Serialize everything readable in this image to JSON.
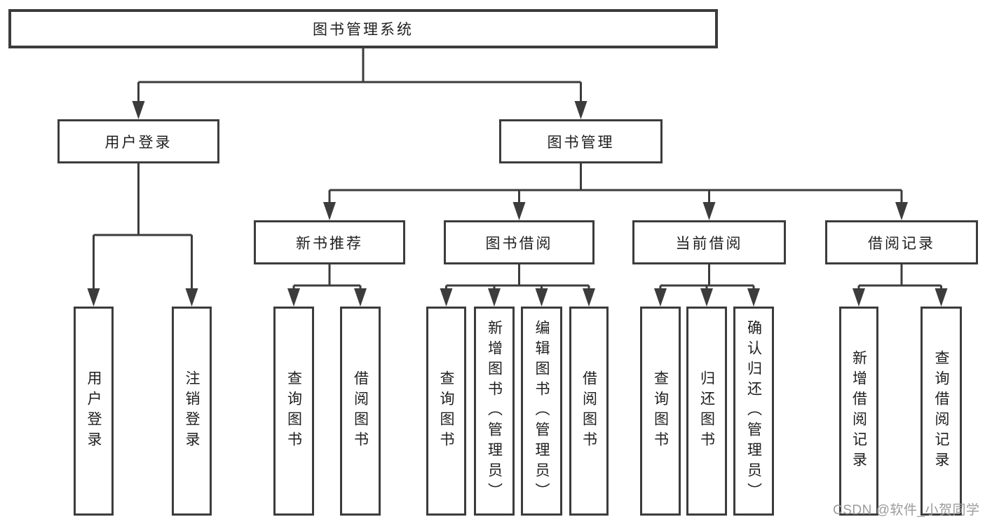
{
  "tree": {
    "label": "图书管理系统",
    "children": [
      {
        "label": "用户登录",
        "children": [
          {
            "label": "用户登录"
          },
          {
            "label": "注销登录"
          }
        ]
      },
      {
        "label": "图书管理",
        "children": [
          {
            "label": "新书推荐",
            "children": [
              {
                "label": "查询图书"
              },
              {
                "label": "借阅图书"
              }
            ]
          },
          {
            "label": "图书借阅",
            "children": [
              {
                "label": "查询图书"
              },
              {
                "label": "新增图书（管理员）"
              },
              {
                "label": "编辑图书（管理员）"
              },
              {
                "label": "借阅图书"
              }
            ]
          },
          {
            "label": "当前借阅",
            "children": [
              {
                "label": "查询图书"
              },
              {
                "label": "归还图书"
              },
              {
                "label": "确认归还（管理员）"
              }
            ]
          },
          {
            "label": "借阅记录",
            "children": [
              {
                "label": "新增借阅记录"
              },
              {
                "label": "查询借阅记录"
              }
            ]
          }
        ]
      }
    ]
  },
  "watermark": {
    "text": "CSDN @软件_小贺同学"
  },
  "colors": {
    "line": "#3c3c3c",
    "text": "#1f1f1f",
    "background": "#ffffff",
    "watermark": "#9b9b9b"
  }
}
